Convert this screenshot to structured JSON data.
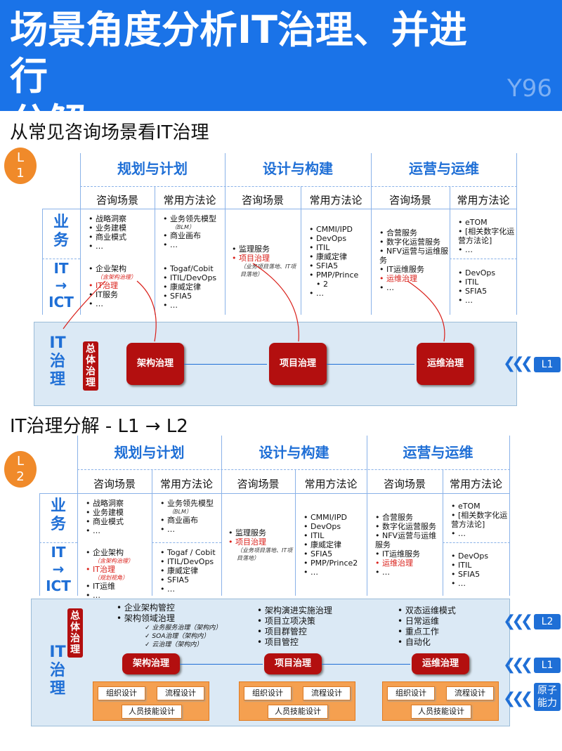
{
  "title_line1": "场景角度分析IT治理、并进行",
  "title_line2": "分解",
  "brand": "Y96",
  "section1": "从常见咨询场景看IT治理",
  "section2": "IT治理分解 - L1 → L2",
  "badge1": [
    "L",
    "1"
  ],
  "badge2": [
    "L",
    "2"
  ],
  "phases": [
    "规划与计划",
    "设计与构建",
    "运营与运维"
  ],
  "subcols": [
    "咨询场景",
    "常用方法论"
  ],
  "rows": {
    "biz": [
      "业",
      "务"
    ],
    "it": [
      "IT",
      "→",
      "ICT"
    ]
  },
  "gov_label": [
    "IT",
    "治",
    "理"
  ],
  "overall": [
    "总",
    "体",
    "治",
    "理"
  ],
  "t1": {
    "plan_biz_scn": [
      "战略洞察",
      "业务建模",
      "商业模式",
      "…"
    ],
    "plan_biz_meth": [
      "业务领先模型"
    ],
    "plan_biz_meth_note": "（BLM）",
    "plan_biz_meth2": [
      "商业画布",
      "…"
    ],
    "plan_it_scn1": "企业架构",
    "plan_it_note": "（含架构治理）",
    "plan_it_scn2": "IT治理",
    "plan_it_scn3": [
      "IT服务",
      "…"
    ],
    "plan_it_meth": [
      "Togaf/Cobit",
      "ITIL/DevOps",
      "康威定律",
      "SFIA5",
      "…"
    ],
    "des_scn1": "监理服务",
    "des_scn2": "项目治理",
    "des_note": "（业务项目落地、IT项目落地）",
    "des_meth": [
      "CMMI/IPD",
      "DevOps",
      "ITIL",
      "康威定律",
      "SFIA5",
      "PMP/Prince",
      "2",
      "…"
    ],
    "ops_scn": [
      "合营服务",
      "数字化运营服务",
      "NFV运营与运维服务",
      "IT运维服务"
    ],
    "ops_scn_red": "运维治理",
    "ops_scn_more": "…",
    "ops_meth_biz": [
      "eTOM",
      "[相关数字化运营方法论]",
      "…"
    ],
    "ops_meth_it": [
      "DevOps",
      "ITIL",
      "SFIA5",
      "…"
    ]
  },
  "t2": {
    "plan_it_scn1": "企业架构",
    "plan_it_note": "（含架构治理）",
    "plan_it_scn2": "IT治理",
    "plan_it_note2": "（规划视角）",
    "plan_it_scn3": [
      "IT运维",
      "…"
    ],
    "plan_it_meth": [
      "Togaf / Cobit",
      "ITIL/DevOps",
      "康威定律",
      "SFIA5",
      "…"
    ],
    "des_meth": [
      "CMMI/IPD",
      "DevOps",
      "ITIL",
      "康威定律",
      "SFIA5",
      "PMP/Prince2",
      "…"
    ]
  },
  "gov_boxes": [
    "架构治理",
    "项目治理",
    "运维治理"
  ],
  "l1": "L1",
  "l2": "L2",
  "atom": [
    "原子",
    "能力"
  ],
  "l2_plan": [
    "企业架构管控",
    "架构领域治理"
  ],
  "l2_plan_sub": [
    "业务服务治理（架构内）",
    "SOA治理（架构内）",
    "云治理（架构内）"
  ],
  "l2_des": [
    "架构演进实施治理",
    "项目立项决策",
    "项目群管控",
    "项目管控"
  ],
  "l2_ops": [
    "双态运维模式",
    "日常运维",
    "重点工作",
    "自动化"
  ],
  "cap": [
    "组织设计",
    "流程设计",
    "人员技能设计"
  ]
}
